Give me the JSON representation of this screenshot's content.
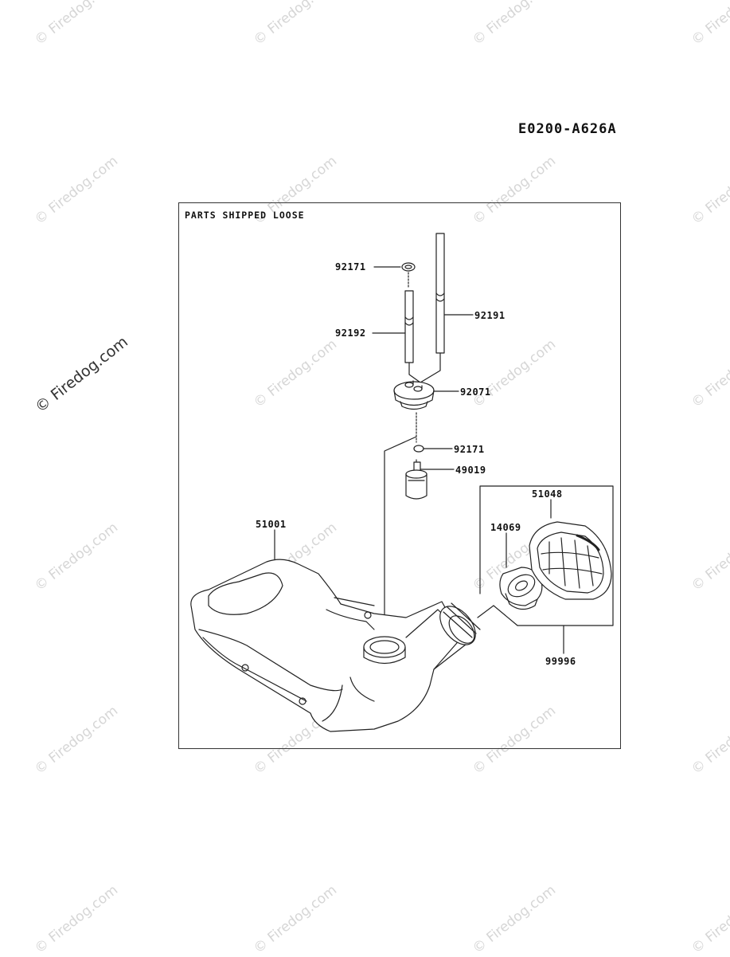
{
  "diagram_code": "E0200-A626A",
  "frame_title": "PARTS SHIPPED LOOSE",
  "parts": {
    "p92171a": "92171",
    "p92191": "92191",
    "p92192": "92192",
    "p92071": "92071",
    "p92171b": "92171",
    "p49019": "49019",
    "p51048": "51048",
    "p14069": "14069",
    "p51001": "51001",
    "p99996": "99996"
  },
  "watermark": {
    "text": "© Firedog.com"
  },
  "colors": {
    "line": "#222222",
    "watermark": "#d6d6d6"
  }
}
